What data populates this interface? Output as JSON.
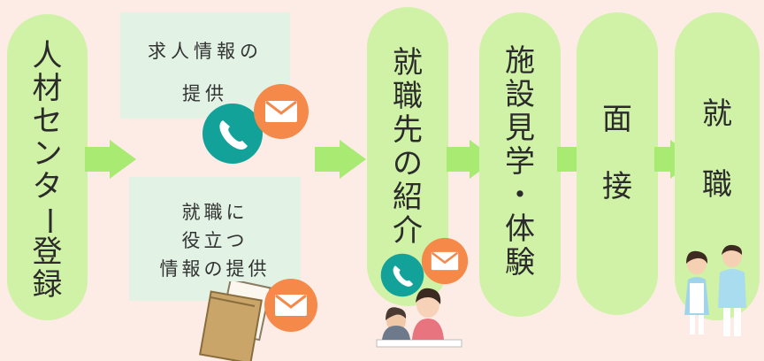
{
  "steps": {
    "registration": [
      "人",
      "材",
      "セ",
      "ン",
      "タ",
      "ー",
      "登",
      "録"
    ],
    "introduction": [
      "就",
      "職",
      "先",
      "の",
      "紹",
      "介"
    ],
    "visit": [
      "施",
      "設",
      "見",
      "学",
      "・",
      "体",
      "験"
    ],
    "interview": [
      "面",
      "接"
    ],
    "employment": [
      "就",
      "職"
    ]
  },
  "info_boxes": {
    "job_info_line1": "求人情報の",
    "job_info_line2": "提供",
    "useful_line1": "就職に",
    "useful_line2": "役立つ",
    "useful_line3": "情報の提供"
  },
  "colors": {
    "step_fill": "#cff2a6",
    "arrow": "#a9ea72",
    "box_fill": "#e2f2e4",
    "phone": "#12a29a",
    "mail": "#f4894a",
    "background": "#fcece5"
  },
  "icons": [
    "phone-icon",
    "mail-icon",
    "envelope-icon",
    "counseling-illustration",
    "staff-illustration"
  ]
}
